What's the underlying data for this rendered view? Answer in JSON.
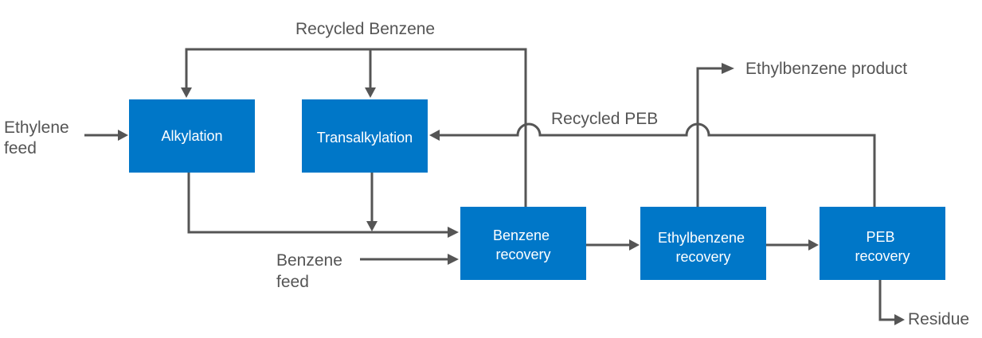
{
  "colors": {
    "box_fill": "#0077c8",
    "box_text": "#ffffff",
    "line": "#555555",
    "label_text": "#555555",
    "background": "#ffffff"
  },
  "boxes": {
    "alkylation": [
      "Alkylation"
    ],
    "transalkylation": [
      "Transalkylation"
    ],
    "benzene_recovery": [
      "Benzene",
      "recovery"
    ],
    "ethylbenzene_recovery": [
      "Ethylbenzene",
      "recovery"
    ],
    "peb_recovery": [
      "PEB",
      "recovery"
    ]
  },
  "labels": {
    "recycled_benzene": [
      "Recycled Benzene"
    ],
    "recycled_peb": [
      "Recycled PEB"
    ],
    "ethylene_feed": [
      "Ethylene",
      "feed"
    ],
    "benzene_feed": [
      "Benzene",
      "feed"
    ],
    "ethylbenzene_product": [
      "Ethylbenzene product"
    ],
    "residue": [
      "Residue"
    ]
  }
}
